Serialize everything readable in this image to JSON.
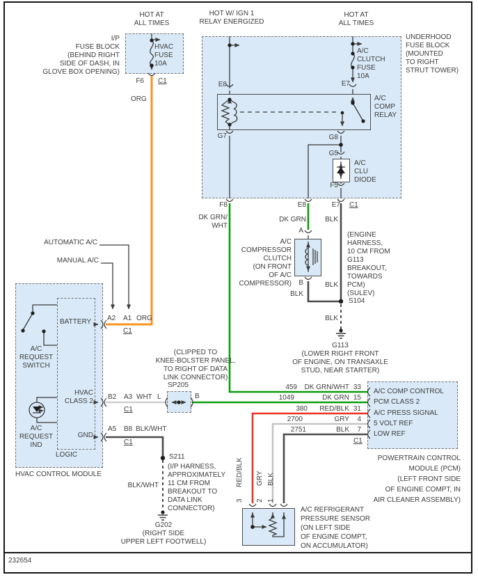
{
  "figure_number": "232654",
  "common": {
    "c1": "C1"
  },
  "colors": {
    "wire_org": "#f7941d",
    "wire_dk_grn": "#0b9c0b",
    "wire_red": "#ee3124",
    "wire_blk": "#4a4a4a",
    "wire_wht": "#cfcfcf",
    "wire_gry": "#c4c4c4",
    "block_fill": "#d9e9f7"
  },
  "power": {
    "left": "HOT AT\nALL TIMES",
    "mid": "HOT W/ IGN 1\nRELAY ENERGIZED",
    "right": "HOT AT\nALL TIMES"
  },
  "ip_fuse_block": {
    "location": "I/P\nFUSE BLOCK\n(BEHIND RIGHT\nSIDE OF DASH, IN\nGLOVE BOX OPENING)",
    "fuse": "HVAC\nFUSE\n10A",
    "pin": "F6",
    "wire": "ORG"
  },
  "underhood": {
    "location": "UNDERHOOD\nFUSE BLOCK\n(MOUNTED\nTO RIGHT\nSTRUT TOWER)",
    "fuse": "A/C\nCLUTCH\nFUSE\n10A",
    "relay": "A/C\nCOMP\nRELAY",
    "diode": "A/C\nCLU\nDIODE",
    "pins": {
      "e8_top": "E8",
      "e7_top": "E7",
      "g7": "G7",
      "g8": "G8",
      "g5": "G5",
      "f5": "F5",
      "f8_out": "F8",
      "e8_out": "E8",
      "e7_out": "E7"
    }
  },
  "wires": {
    "dk_grn_wht": "DK GRN/\nWHT",
    "dk_grn": "DK GRN",
    "blk_e7": "BLK",
    "blk_s104": "BLK",
    "blk_gnd": "BLK",
    "blk_b": "BLK"
  },
  "harness_note": "(ENGINE\nHARNESS,\n10 CM FROM\nG113\nBREAKOUT,\nTOWARDS\nPCM)\n(SULEV)",
  "s104": "S104",
  "g113": {
    "name": "G113",
    "location": "(LOWER RIGHT FRONT\nOF ENGINE, ON TRANSAXLE\nSTUD, NEAR STARTER)"
  },
  "clutch": {
    "label": "A/C\nCOMPRESSOR\nCLUTCH\n(ON FRONT\nOF A/C\nCOMPRESSOR)",
    "pin_a": "A",
    "pin_b": "B"
  },
  "hvac": {
    "automatic": "AUTOMATIC A/C",
    "manual": "MANUAL A/C",
    "battery": "BATTERY",
    "class2": "HVAC\nCLASS 2",
    "gnd": "GND",
    "logic": "LOGIC",
    "request_switch": "A/C\nREQUEST\nSWITCH",
    "request_ind": "A/C\nREQUEST\nIND",
    "module": "HVAC CONTROL MODULE",
    "rows": {
      "battery": {
        "p1": "A2",
        "p2": "A1",
        "color": "ORG"
      },
      "class2": {
        "p1": "B2",
        "p2": "A3",
        "color": "WHT",
        "splice_in": "L",
        "splice_out": "B"
      },
      "gnd": {
        "p1": "A5",
        "p2": "B8",
        "color": "BLK/WHT"
      }
    }
  },
  "splice": {
    "name": "SP205",
    "note": "(CLIPPED TO\nKNEE-BOLSTER PANEL,\nTO RIGHT OF DATA\nLINK CONNECTOR)"
  },
  "s211": {
    "name": "S211",
    "note": "(I/P HARNESS,\nAPPROXIMATELY\n11 CM FROM\nBREAKOUT TO\nDATA LINK\nCONNECTOR)",
    "wire": "BLK/WHT"
  },
  "g202": {
    "name": "G202",
    "location": "(RIGHT SIDE\nUPPER LEFT FOOTWELL)"
  },
  "pcm": {
    "rows": [
      {
        "circuit": "459",
        "color": "DK GRN/WHT",
        "pin": "33",
        "signal": "A/C COMP CONTROL"
      },
      {
        "circuit": "1049",
        "color": "DK GRN",
        "pin": "15",
        "signal": "PCM CLASS 2"
      },
      {
        "circuit": "380",
        "color": "RED/BLK",
        "pin": "31",
        "signal": "A/C PRESS SIGNAL"
      },
      {
        "circuit": "2700",
        "color": "GRY",
        "pin": "4",
        "signal": "5 VOLT REF"
      },
      {
        "circuit": "2751",
        "color": "BLK",
        "pin": "7",
        "signal": "LOW REF"
      }
    ],
    "location": "POWERTRAIN CONTROL\nMODULE (PCM)\n(LEFT FRONT SIDE\nOF ENGINE COMPT, IN\nAIR CLEANER ASSEMBLY)"
  },
  "sensor": {
    "label": "A/C REFRIGERANT\nPRESSURE SENSOR\n(ON LEFT SIDE\nOF ENGINE COMPT,\nON ACCUMULATOR)",
    "wires": [
      {
        "color": "RED/BLK",
        "pin": "3"
      },
      {
        "color": "GRY",
        "pin": "2"
      },
      {
        "color": "BLK",
        "pin": "1"
      }
    ]
  }
}
